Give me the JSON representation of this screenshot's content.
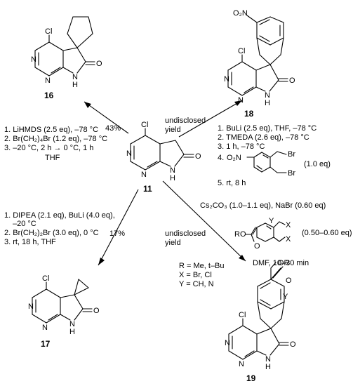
{
  "center": {
    "label": "11"
  },
  "products": {
    "p16": {
      "label": "16"
    },
    "p17": {
      "label": "17"
    },
    "p18": {
      "label": "18"
    },
    "p19": {
      "label": "19"
    }
  },
  "atoms": {
    "Cl": "Cl",
    "N": "N",
    "O": "O",
    "NH": "N",
    "H": "H",
    "O2N": "O₂N",
    "Br": "Br",
    "RO": "RO",
    "X": "X",
    "Y": "Y",
    "OR": "OR"
  },
  "route16": {
    "yield": "43%",
    "conditions": [
      "1. LiHMDS (2.5 eq), –78 °C",
      "2. Br(CH₂)₄Br (1.2 eq), –78 °C",
      "3. –20 °C, 2 h → 0 °C, 1 h",
      "THF"
    ]
  },
  "route17": {
    "yield": "17%",
    "conditions": [
      "1. DIPEA (2.1 eq), BuLi (4.0 eq),",
      "–20 °C",
      "2. Br(CH₂)₂Br (3.0 eq), 0 °C",
      "3. rt, 18 h, THF"
    ]
  },
  "route18": {
    "yield": [
      "undisclosed",
      "yield"
    ],
    "conditions": [
      "1. BuLi (2.5 eq), THF, –78 °C",
      "2. TMEDA (2.6 eq), –78 °C",
      "3. 1 h, –78 °C",
      "4.",
      "(1.0 eq)",
      "5. rt, 8 h"
    ]
  },
  "route19": {
    "yield": [
      "undisclosed",
      "yield"
    ],
    "conditions": [
      "Cs₂CO₃ (1.0–1.1 eq), NaBr (0.60 eq)",
      "(0.50–0.60 eq)",
      "DMF, 10–30 min"
    ],
    "substituents": [
      "R = Me, t–Bu",
      "X = Br, Cl",
      "Y = CH, N"
    ]
  }
}
